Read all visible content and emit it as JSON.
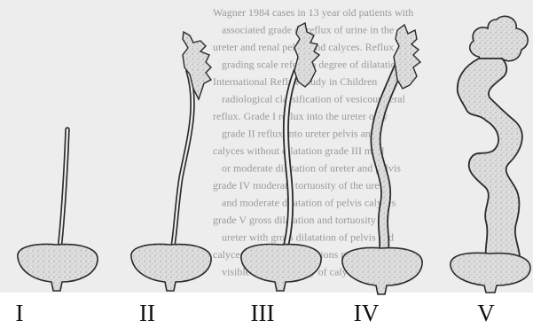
{
  "figure": {
    "stage_labels": [
      "I",
      "II",
      "III",
      "IV",
      "V"
    ]
  },
  "background_text": [
    "Wagner 1984 cases in 13 year old patients with",
    "associated grade of reflux of urine in the",
    "ureter and renal pelvis and calyces. Reflux",
    "grading scale refers to degree of dilatation",
    "International Reflux Study in Children",
    "radiological classification of vesicoureteral",
    "reflux. Grade I reflux into the ureter only",
    "grade II reflux into ureter pelvis and",
    "calyces without dilatation grade III mild",
    "or moderate dilatation of ureter and pelvis",
    "grade IV moderate tortuosity of the ureter",
    "and moderate dilatation of pelvis calyces",
    "grade V gross dilatation and tortuosity of",
    "ureter with gross dilatation of pelvis and",
    "calyces papillary impressions no longer",
    "visible in the majority of calyces"
  ],
  "colors": {
    "stipple": "#dcdcdc",
    "stipple_dot": "#b5b5b5",
    "outline": "#2a2a2a",
    "page_bg": "#ececec"
  }
}
